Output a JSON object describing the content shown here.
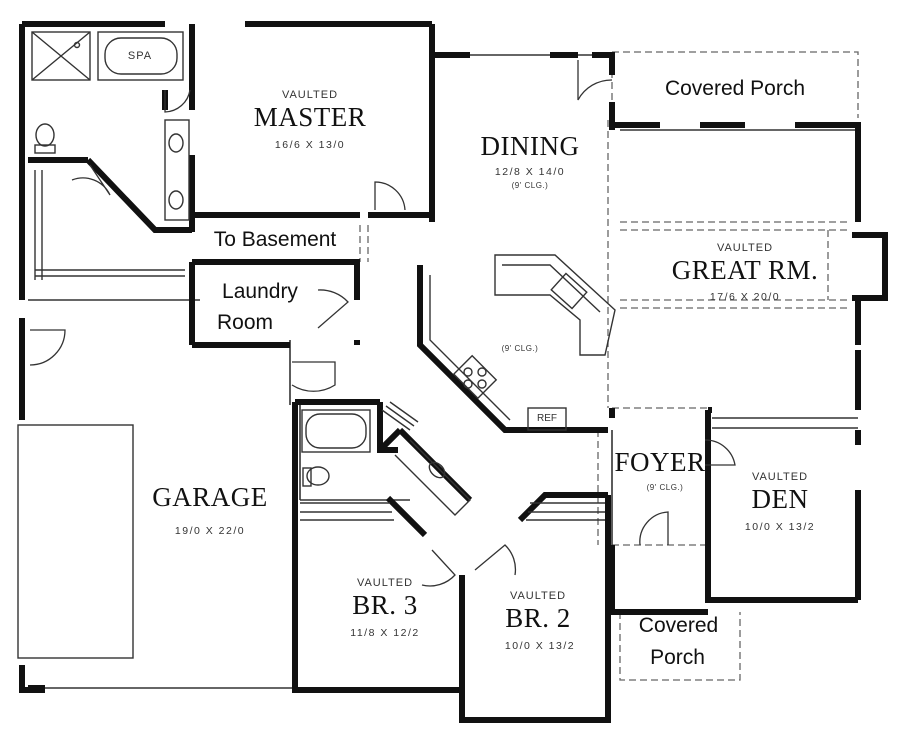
{
  "rooms": {
    "master": {
      "tag": "VAULTED",
      "name": "MASTER",
      "dims": "16/6 X 13/0"
    },
    "dining": {
      "name": "DINING",
      "dims": "12/8 X 14/0",
      "ceiling": "(9' CLG.)"
    },
    "great_room": {
      "tag": "VAULTED",
      "name": "GREAT RM.",
      "dims": "17/6 X 20/0"
    },
    "kitchen": {
      "ceiling": "(9' CLG.)",
      "ref": "REF"
    },
    "foyer": {
      "name": "FOYER",
      "ceiling": "(9' CLG.)"
    },
    "den": {
      "tag": "VAULTED",
      "name": "DEN",
      "dims": "10/0 X 13/2"
    },
    "garage": {
      "name": "GARAGE",
      "dims": "19/0 X 22/0"
    },
    "br3": {
      "tag": "VAULTED",
      "name": "BR. 3",
      "dims": "11/8 X 12/2"
    },
    "br2": {
      "tag": "VAULTED",
      "name": "BR. 2",
      "dims": "10/0 X 13/2"
    },
    "spa": {
      "name": "SPA"
    }
  },
  "notes": {
    "covered_porch_top": "Covered Porch",
    "to_basement": "To Basement",
    "laundry_line1": "Laundry",
    "laundry_line2": "Room",
    "covered_porch_bottom_line1": "Covered",
    "covered_porch_bottom_line2": "Porch"
  }
}
